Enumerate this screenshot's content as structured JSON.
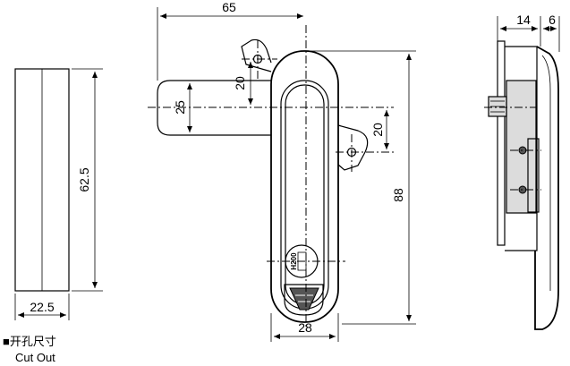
{
  "dimensions": {
    "cutout_width": "22.5",
    "cutout_height": "62.5",
    "overall_width": "65",
    "tab_height": "25",
    "hole_offset_top": "20",
    "hole_offset_bottom": "20",
    "overall_height": "88",
    "handle_width": "28",
    "side_depth_a": "14",
    "side_depth_b": "6"
  },
  "lock_label": "H200",
  "caption": {
    "chinese": "■开孔尺寸",
    "english": "Cut Out"
  }
}
